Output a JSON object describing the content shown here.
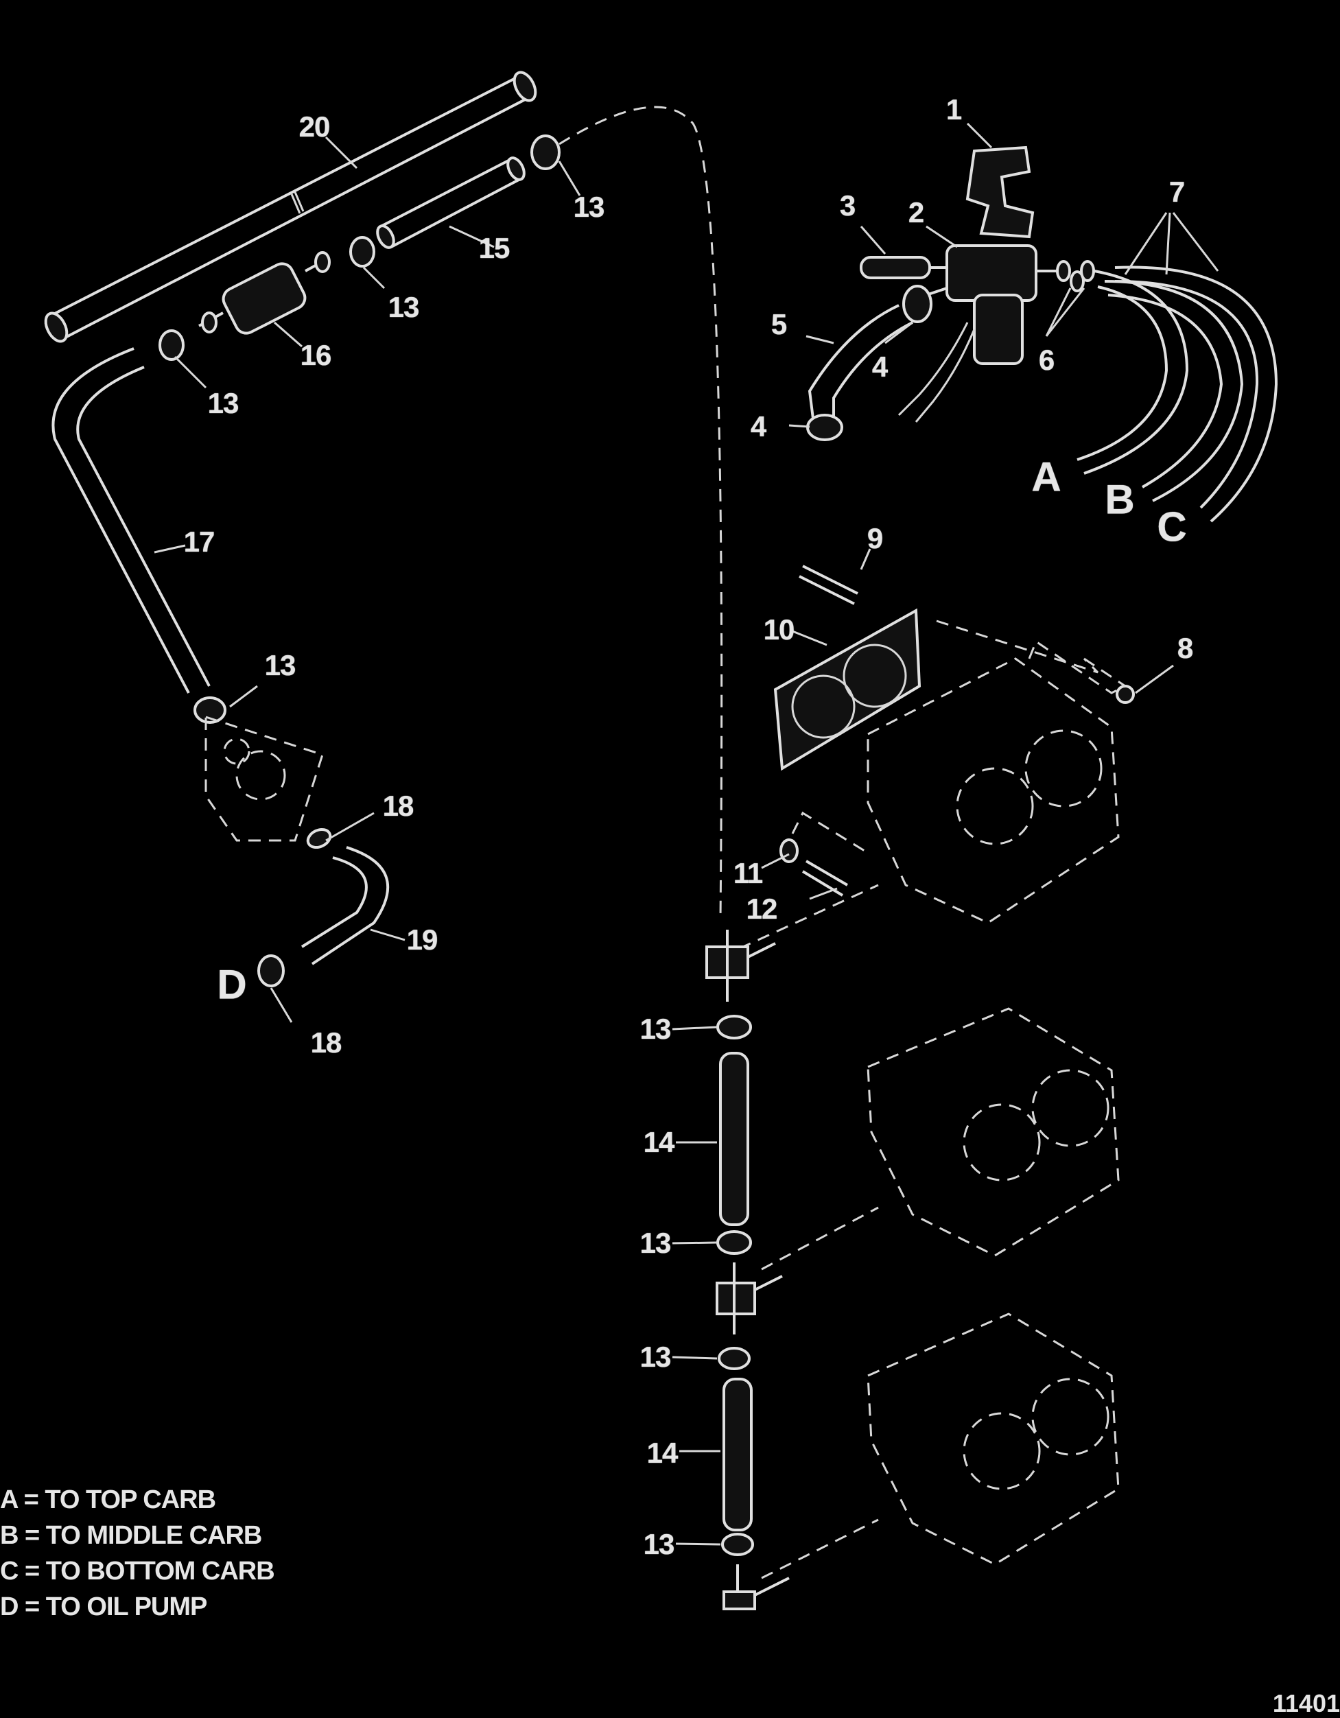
{
  "callouts": {
    "n1": "1",
    "n2": "2",
    "n3": "3",
    "n4a": "4",
    "n4b": "4",
    "n5": "5",
    "n6": "6",
    "n7": "7",
    "n8": "8",
    "n9": "9",
    "n10": "10",
    "n11": "11",
    "n12": "12",
    "n13a": "13",
    "n13b": "13",
    "n13c": "13",
    "n13d": "13",
    "n13e": "13",
    "n13f": "13",
    "n13g": "13",
    "n13h": "13",
    "n14a": "14",
    "n14b": "14",
    "n15": "15",
    "n16": "16",
    "n17": "17",
    "n18a": "18",
    "n18b": "18",
    "n19": "19",
    "n20": "20"
  },
  "letters": {
    "A": "A",
    "B": "B",
    "C": "C",
    "D": "D"
  },
  "legend": [
    "A = TO TOP CARB",
    "B = TO MIDDLE CARB",
    "C = TO BOTTOM CARB",
    "D = TO OIL PUMP"
  ],
  "figure_number": "11401",
  "colors": {
    "background": "#000000",
    "linework": "#e0e0e0"
  }
}
